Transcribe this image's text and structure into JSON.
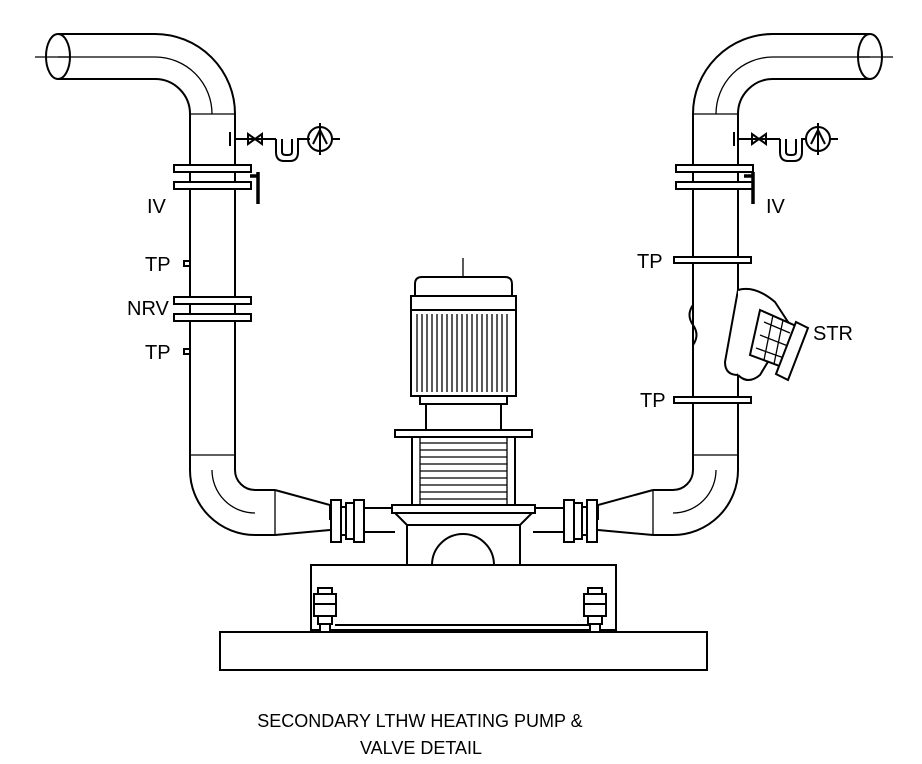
{
  "labels": {
    "iv_left": "IV",
    "tp_left_1": "TP",
    "nrv_left": "NRV",
    "tp_left_2": "TP",
    "iv_right": "IV",
    "tp_right_1": "TP",
    "str_right": "STR",
    "tp_right_2": "TP"
  },
  "caption": {
    "line1": "SECONDARY LTHW HEATING  PUMP &",
    "line2": "VALVE DETAIL"
  }
}
